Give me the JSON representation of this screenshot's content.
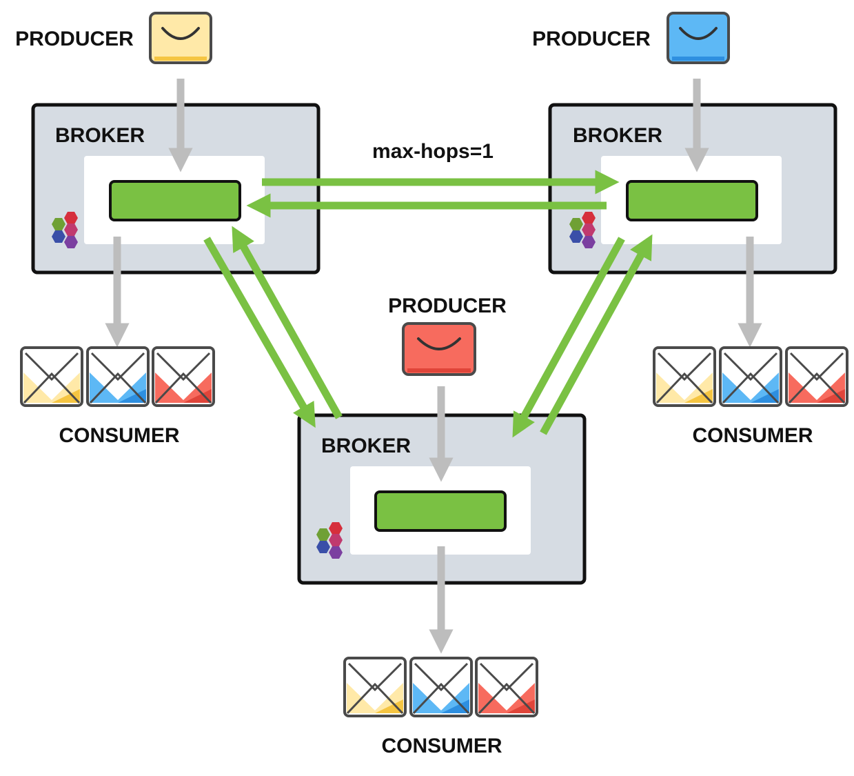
{
  "labels": {
    "producer": "PRODUCER",
    "broker": "BROKER",
    "consumer": "CONSUMER",
    "max_hops": "max-hops=1"
  },
  "colors": {
    "yellow": "#FFE9A8",
    "yellow_accent": "#F5C542",
    "blue": "#5DB8F5",
    "blue_accent": "#2E8FE0",
    "red": "#F76B5E",
    "red_accent": "#E0453A",
    "queue_green": "#7AC143",
    "broker_bg": "#D6DCE3",
    "arrow_gray": "#BDBDBD"
  },
  "producers": [
    {
      "id": "producer-top-left",
      "color": "yellow"
    },
    {
      "id": "producer-top-right",
      "color": "blue"
    },
    {
      "id": "producer-center",
      "color": "red"
    }
  ],
  "brokers": [
    {
      "id": "broker-top-left"
    },
    {
      "id": "broker-top-right"
    },
    {
      "id": "broker-bottom"
    }
  ],
  "consumers": [
    {
      "id": "consumer-left",
      "messages": [
        "yellow",
        "blue",
        "red"
      ]
    },
    {
      "id": "consumer-right",
      "messages": [
        "yellow",
        "blue",
        "red"
      ]
    },
    {
      "id": "consumer-bottom",
      "messages": [
        "yellow",
        "blue",
        "red"
      ]
    }
  ]
}
